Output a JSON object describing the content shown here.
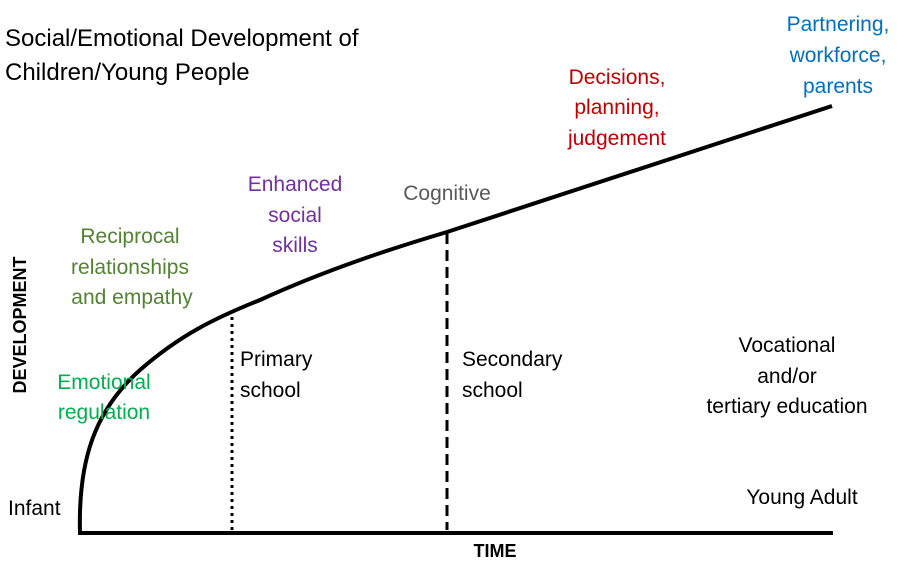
{
  "title": {
    "line1": "Social/Emotional Development of",
    "line2": "Children/Young People"
  },
  "axes": {
    "y_label": "DEVELOPMENT",
    "x_label": "TIME"
  },
  "stages": {
    "infant": "Infant",
    "primary": {
      "line1": "Primary",
      "line2": "school"
    },
    "secondary": {
      "line1": "Secondary",
      "line2": "school"
    },
    "tertiary": {
      "line1": "Vocational",
      "line2": "and/or",
      "line3": "tertiary education"
    },
    "young_adult": "Young Adult"
  },
  "milestones": {
    "emotional": {
      "line1": "Emotional",
      "line2": "regulation",
      "color": "#00b050"
    },
    "reciprocal": {
      "line1": "Reciprocal",
      "line2": "relationships",
      "line3": "and empathy",
      "color": "#548235"
    },
    "social": {
      "line1": "Enhanced",
      "line2": "social",
      "line3": "skills",
      "color": "#7030a0"
    },
    "cognitive": {
      "line1": "Cognitive",
      "color": "#595959"
    },
    "decisions": {
      "line1": "Decisions,",
      "line2": "planning,",
      "line3": "judgement",
      "color": "#c00000"
    },
    "partnering": {
      "line1": "Partnering,",
      "line2": "workforce,",
      "line3": "parents",
      "color": "#0070c0"
    }
  }
}
